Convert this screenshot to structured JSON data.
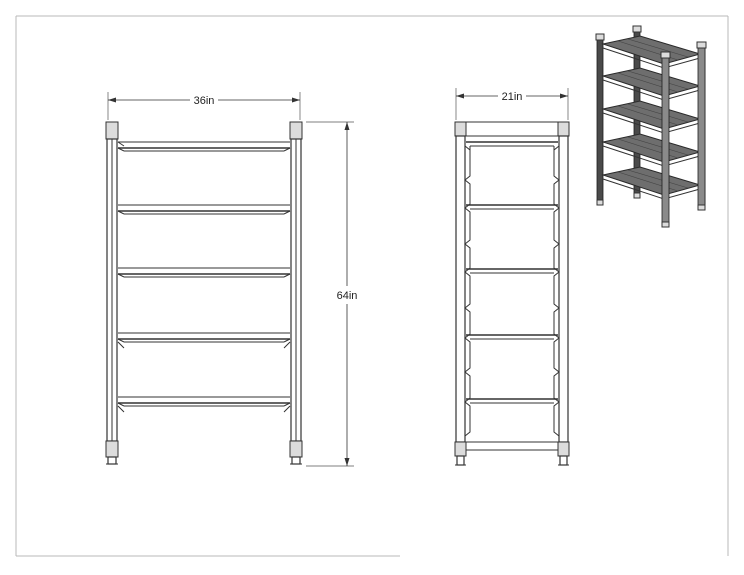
{
  "drawing": {
    "front_view": {
      "width_label": "36in",
      "height_label": "64in"
    },
    "side_view": {
      "depth_label": "21in"
    },
    "iso_view": {
      "shelf_count": 5
    }
  }
}
